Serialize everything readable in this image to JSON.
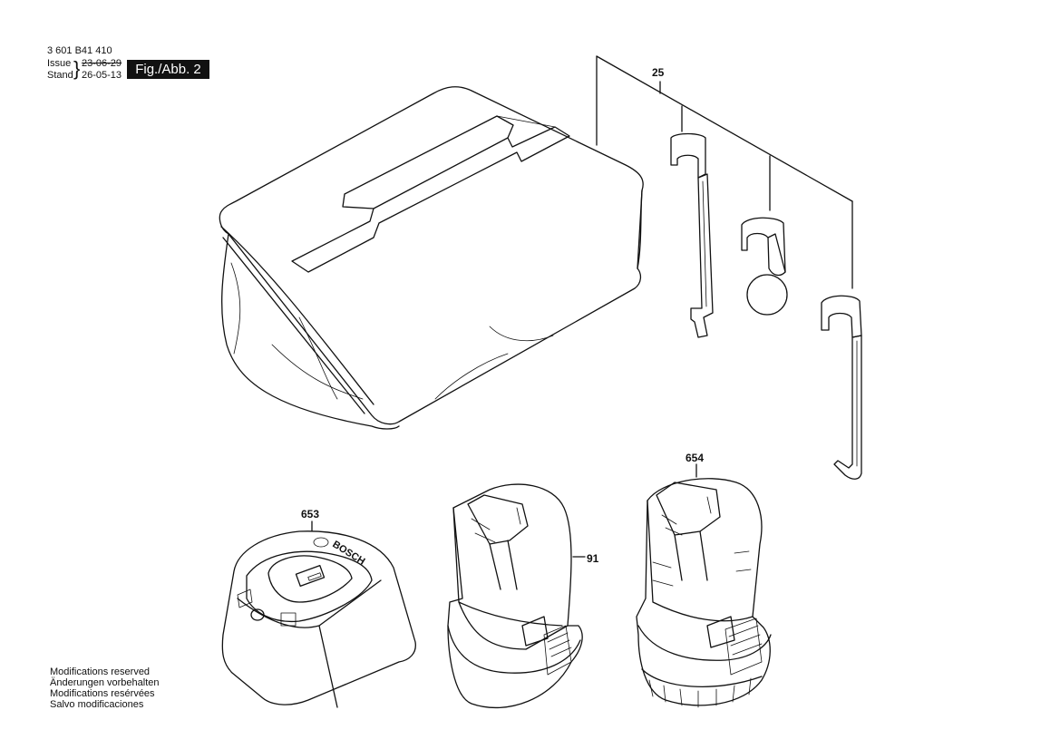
{
  "header": {
    "part_number": "3 601 B41 410",
    "issue_label": "Issue",
    "stand_label": "Stand",
    "issue_date": "23-06-29",
    "stand_date": "26-05-13",
    "figure": "Fig./Abb. 2"
  },
  "callouts": {
    "clips": "25",
    "battery_large": "654",
    "charger": "653",
    "battery_small": "91"
  },
  "charger_brand": "BOSCH",
  "footer": {
    "line_en": "Modifications reserved",
    "line_de": "Änderungen vorbehalten",
    "line_fr": "Modifications resérvées",
    "line_es": "Salvo modificaciones"
  }
}
